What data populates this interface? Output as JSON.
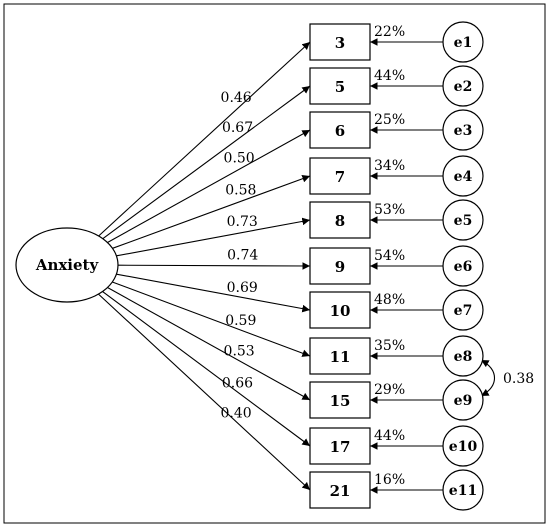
{
  "latent": {
    "label": "Anxiety"
  },
  "items": [
    {
      "label": "3",
      "loading": "0.46",
      "explained": "22%",
      "error": "e1"
    },
    {
      "label": "5",
      "loading": "0.67",
      "explained": "44%",
      "error": "e2"
    },
    {
      "label": "6",
      "loading": "0.50",
      "explained": "25%",
      "error": "e3"
    },
    {
      "label": "7",
      "loading": "0.58",
      "explained": "34%",
      "error": "e4"
    },
    {
      "label": "8",
      "loading": "0.73",
      "explained": "53%",
      "error": "e5"
    },
    {
      "label": "9",
      "loading": "0.74",
      "explained": "54%",
      "error": "e6"
    },
    {
      "label": "10",
      "loading": "0.69",
      "explained": "48%",
      "error": "e7"
    },
    {
      "label": "11",
      "loading": "0.59",
      "explained": "35%",
      "error": "e8"
    },
    {
      "label": "15",
      "loading": "0.53",
      "explained": "29%",
      "error": "e9"
    },
    {
      "label": "17",
      "loading": "0.66",
      "explained": "44%",
      "error": "e10"
    },
    {
      "label": "21",
      "loading": "0.40",
      "explained": "16%",
      "error": "e11"
    }
  ],
  "covariance": {
    "between": [
      "e8",
      "e9"
    ],
    "value": "0.38"
  }
}
